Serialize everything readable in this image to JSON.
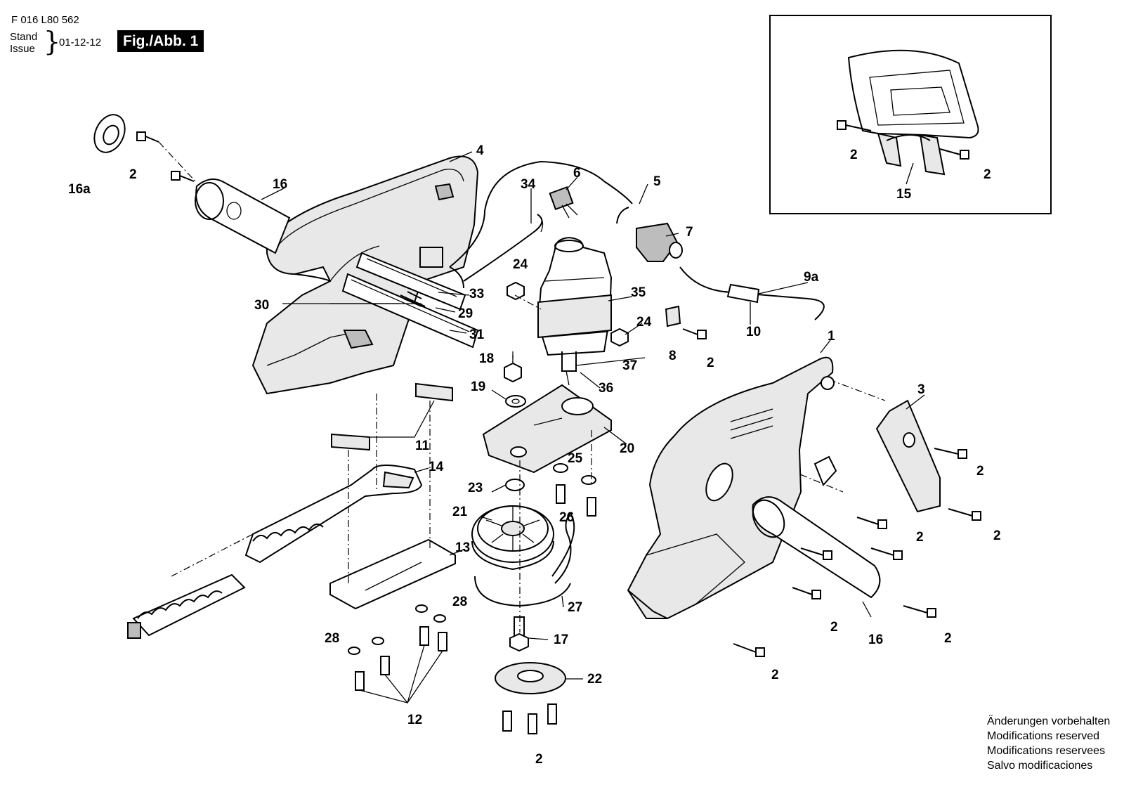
{
  "header": {
    "code": "F 016 L80 562",
    "stand": "Stand",
    "issue": "Issue",
    "date": "01-12-12",
    "figure": "Fig./Abb. 1"
  },
  "labels": {
    "p1": "1",
    "p2": "2",
    "p3": "3",
    "p4": "4",
    "p5": "5",
    "p6": "6",
    "p7": "7",
    "p8": "8",
    "p9a": "9a",
    "p10": "10",
    "p11": "11",
    "p12": "12",
    "p13": "13",
    "p14": "14",
    "p15": "15",
    "p16": "16",
    "p16a": "16a",
    "p17": "17",
    "p18": "18",
    "p19": "19",
    "p20": "20",
    "p21": "21",
    "p22": "22",
    "p23": "23",
    "p24": "24",
    "p25": "25",
    "p26": "26",
    "p27": "27",
    "p28": "28",
    "p29": "29",
    "p30": "30",
    "p31": "31",
    "p33": "33",
    "p34": "34",
    "p35": "35",
    "p36": "36",
    "p37": "37"
  },
  "notice": {
    "de": "Änderungen vorbehalten",
    "en": "Modifications reserved",
    "fr": "Modifications reservees",
    "es": "Salvo modificaciones"
  }
}
